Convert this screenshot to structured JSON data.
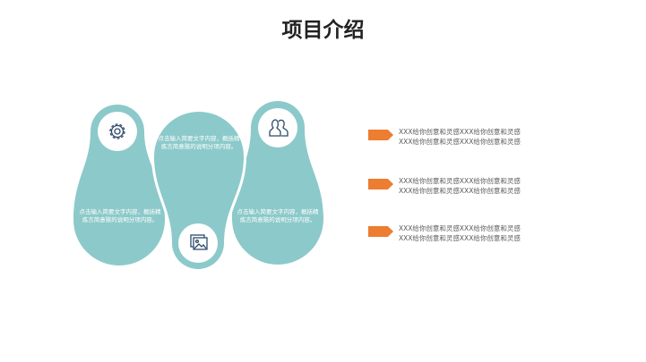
{
  "title": "项目介绍",
  "colors": {
    "teal": "#8CC9CA",
    "accent": "#ED7D31",
    "icon": "#2C4A6B"
  },
  "shapes": [
    {
      "icon": "gear-icon",
      "text": "点击输入简要文字内容，概括精炼言简意赅的说明分项内容。"
    },
    {
      "icon": "image-icon",
      "text": "点击输入简要文字内容，概括精炼言简意赅的说明分项内容。"
    },
    {
      "icon": "users-icon",
      "text": "点击输入简要文字内容，概括精炼言简意赅的说明分项内容。"
    }
  ],
  "items": [
    {
      "line1": "XXX给你创意和灵感XXX给你创意和灵感",
      "line2": "XXX给你创意和灵感XXX给你创意和灵感"
    },
    {
      "line1": "XXX给你创意和灵感XXX给你创意和灵感",
      "line2": "XXX给你创意和灵感XXX给你创意和灵感"
    },
    {
      "line1": "XXX给你创意和灵感XXX给你创意和灵感",
      "line2": "XXX给你创意和灵感XXX给你创意和灵感"
    }
  ]
}
